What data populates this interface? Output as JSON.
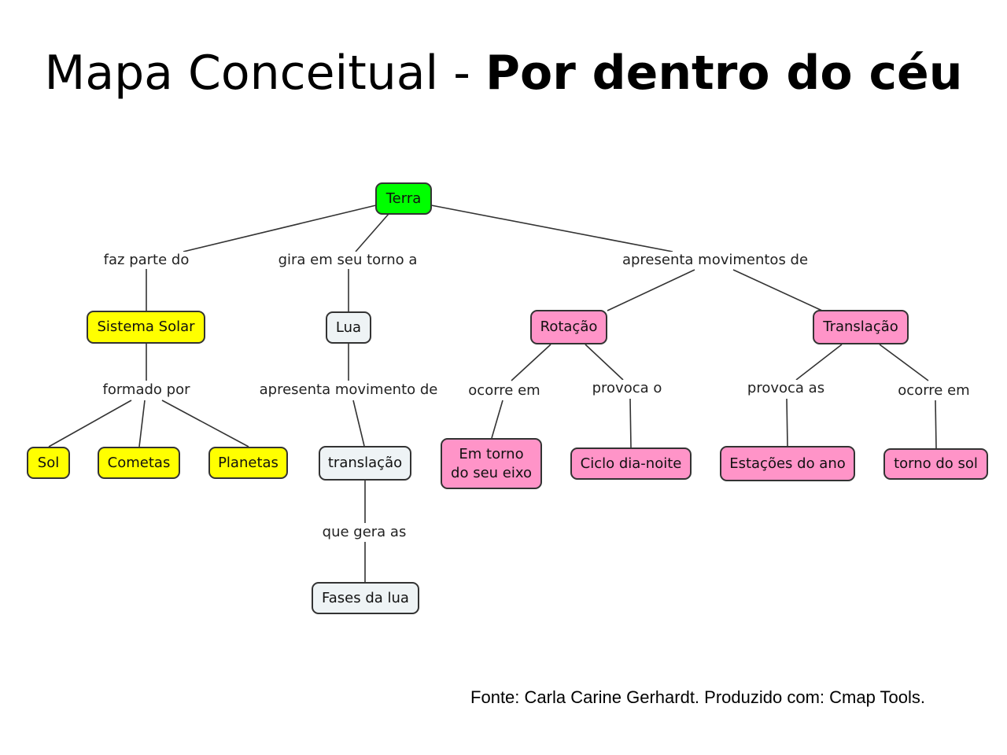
{
  "title": {
    "prefix": "Mapa Conceitual - ",
    "bold": "Por dentro do céu"
  },
  "colors": {
    "root": "#00ff00",
    "group_a": "#ffff00",
    "group_b": "#eef3f5",
    "group_c": "#ff94c8"
  },
  "concepts": {
    "terra": "Terra",
    "sistema_solar": "Sistema Solar",
    "lua": "Lua",
    "rotacao": "Rotação",
    "translacao_terra": "Translação",
    "sol": "Sol",
    "cometas": "Cometas",
    "planetas": "Planetas",
    "translacao_lua": "translação",
    "em_torno_eixo_1": "Em torno",
    "em_torno_eixo_2": "do seu eixo",
    "ciclo": "Ciclo dia-noite",
    "estacoes": "Estações do ano",
    "torno_sol": "torno do sol",
    "fases_lua": "Fases da lua"
  },
  "linking_phrases": {
    "faz_parte": "faz parte do",
    "gira_em_torno": "gira em seu torno a",
    "apresenta_movimentos": "apresenta movimentos de",
    "formado_por": "formado por",
    "apresenta_movimento": "apresenta movimento de",
    "ocorre_em_rot": "ocorre em",
    "provoca_o": "provoca o",
    "provoca_as": "provoca as",
    "ocorre_em_trans": "ocorre em",
    "que_gera": "que gera as"
  },
  "source": "Fonte: Carla Carine Gerhardt. Produzido com: Cmap Tools."
}
